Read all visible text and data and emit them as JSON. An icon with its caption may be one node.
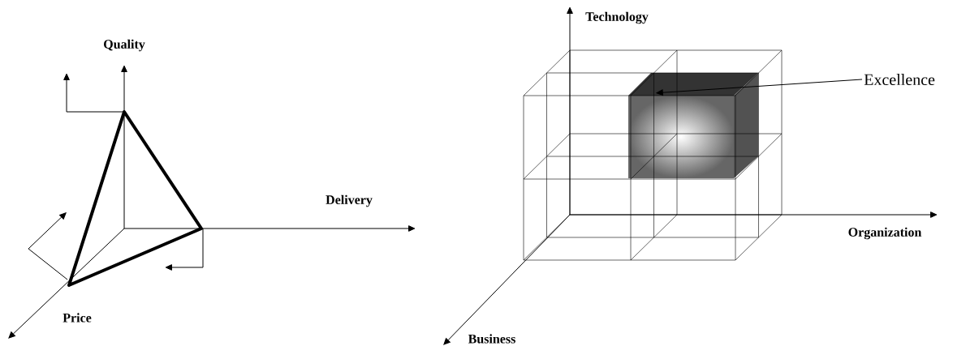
{
  "diagram": {
    "nodes": [
      {
        "text": [
          "Excellence"
        ]
      },
      {
        "text": [],
        "shape": "box"
      }
    ],
    "edges": [
      {
        "from": 0,
        "to": 1,
        "arrow": "to"
      }
    ],
    "labels": [
      "Quality",
      "Delivery",
      "Price",
      "Technology",
      "Organization",
      "Business"
    ]
  }
}
